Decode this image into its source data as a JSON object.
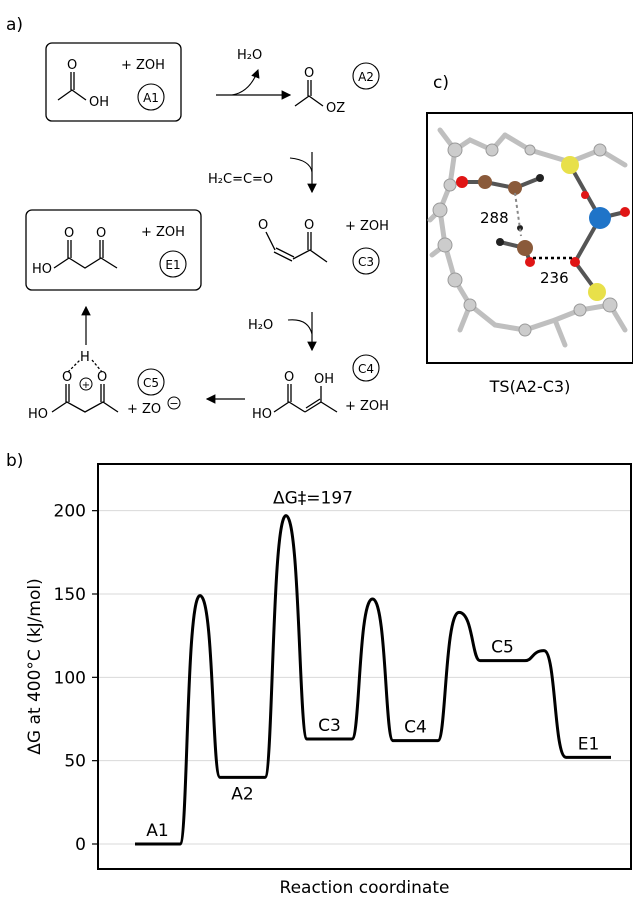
{
  "panel_labels": {
    "a": "a)",
    "b": "b)",
    "c": "c)"
  },
  "scheme": {
    "reagent_zoh": "+ ZOH",
    "water": "H₂O",
    "ketene": "H₂C=C=O",
    "zo_minus": "+ ZO",
    "minus_sign": "−",
    "plus_sign": "+",
    "ho": "HO",
    "oh": "OH",
    "o": "O",
    "oz": "OZ",
    "h": "H",
    "badges": [
      "A1",
      "A2",
      "C3",
      "C4",
      "C5",
      "E1"
    ]
  },
  "structure": {
    "caption": "TS(A2-C3)",
    "distance_1": "288",
    "distance_2": "236"
  },
  "chart_data": {
    "type": "line",
    "title": "",
    "xlabel": "Reaction coordinate",
    "ylabel": "ΔG at 400°C  (kJ/mol)",
    "ylim": [
      -15,
      228
    ],
    "yticks": [
      0,
      50,
      100,
      150,
      200
    ],
    "grid": "horizontal",
    "annotation": "ΔG‡=197",
    "states": [
      {
        "name": "A1",
        "value": 0
      },
      {
        "name": "A2",
        "value": 40
      },
      {
        "name": "C3",
        "value": 63
      },
      {
        "name": "C4",
        "value": 62
      },
      {
        "name": "C5",
        "value": 110
      },
      {
        "name": "E1",
        "value": 52
      }
    ],
    "barriers": [
      {
        "from": "A1",
        "to": "A2",
        "value": 149
      },
      {
        "from": "A2",
        "to": "C3",
        "value": 197
      },
      {
        "from": "C3",
        "to": "C4",
        "value": 147
      },
      {
        "from": "C4",
        "to": "C5",
        "value": 139
      },
      {
        "from": "C5",
        "to": "E1",
        "value": 116
      }
    ]
  }
}
